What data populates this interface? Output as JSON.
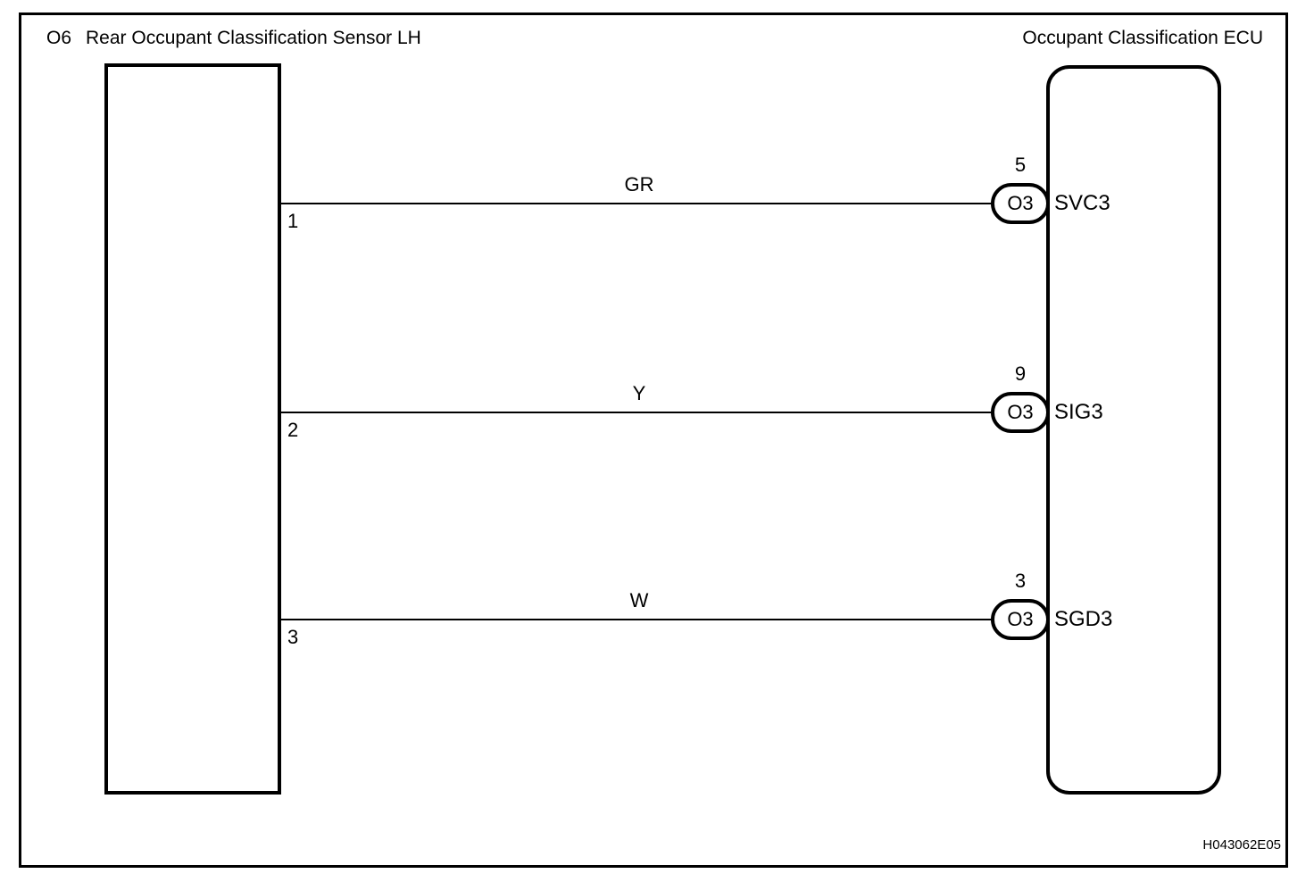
{
  "diagram": {
    "left_component": {
      "id": "O6",
      "title": "Rear Occupant Classification Sensor LH"
    },
    "right_component": {
      "title": "Occupant Classification ECU"
    },
    "wires": [
      {
        "from_pin": "1",
        "color_code": "GR",
        "to_pin": "5",
        "connector_id": "O3",
        "terminal": "SVC3"
      },
      {
        "from_pin": "2",
        "color_code": "Y",
        "to_pin": "9",
        "connector_id": "O3",
        "terminal": "SIG3"
      },
      {
        "from_pin": "3",
        "color_code": "W",
        "to_pin": "3",
        "connector_id": "O3",
        "terminal": "SGD3"
      }
    ],
    "figure_code": "H043062E05",
    "colors": {
      "line": "#000000",
      "background": "#ffffff"
    }
  }
}
